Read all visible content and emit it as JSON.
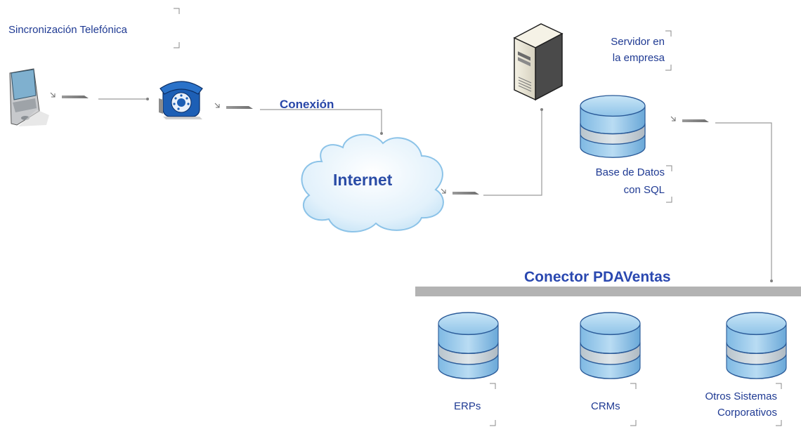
{
  "labels": {
    "sync": "Sincronización Telefónica",
    "conexion": "Conexión",
    "internet": "Internet",
    "servidor": [
      "Servidor en",
      "la empresa"
    ],
    "base_datos": [
      "Base de Datos",
      "con SQL"
    ],
    "conector": "Conector PDAVentas",
    "erps": "ERPs",
    "crms": "CRMs",
    "otros": [
      "Otros Sistemas",
      "Corporativos"
    ]
  },
  "colors": {
    "label": "#1f3a93",
    "db_top": "#a9d3ef",
    "db_mid": "#cfd8de",
    "db_stroke": "#2a5aa0",
    "bus": "#b0b0b0",
    "cloud_fill": "#dff0fb",
    "cloud_stroke": "#7fb7e0",
    "line": "#999999"
  },
  "icons": [
    "pda-icon",
    "telephone-icon",
    "server-icon",
    "database-icon",
    "cloud-icon"
  ]
}
